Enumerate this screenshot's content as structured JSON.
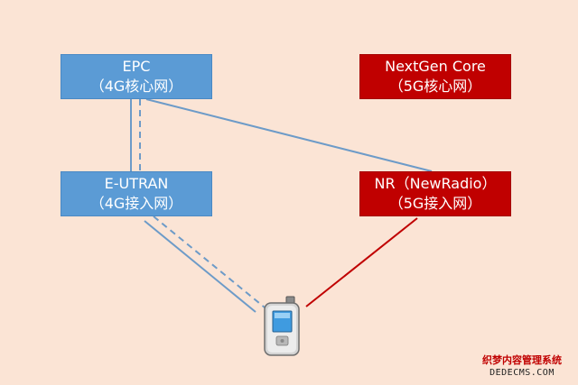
{
  "nodes": {
    "epc": {
      "line1": "EPC",
      "line2": "（4G核心网）"
    },
    "nextgen_core": {
      "line1": "NextGen Core",
      "line2": "（5G核心网）"
    },
    "eutran": {
      "line1": "E-UTRAN",
      "line2": "（4G接入网）"
    },
    "nr": {
      "line1": "NR（NewRadio）",
      "line2": "（5G接入网）"
    }
  },
  "watermark": {
    "line1": "织梦内容管理系统",
    "line2": "DEDECMS.COM"
  },
  "colors": {
    "background": "#fbe4d5",
    "lte_blue": "#5b9bd5",
    "nr_red": "#c00000",
    "blue_link": "#6d9bc8",
    "red_link": "#c00000"
  },
  "icons": {
    "device": "mobile-phone-icon"
  }
}
